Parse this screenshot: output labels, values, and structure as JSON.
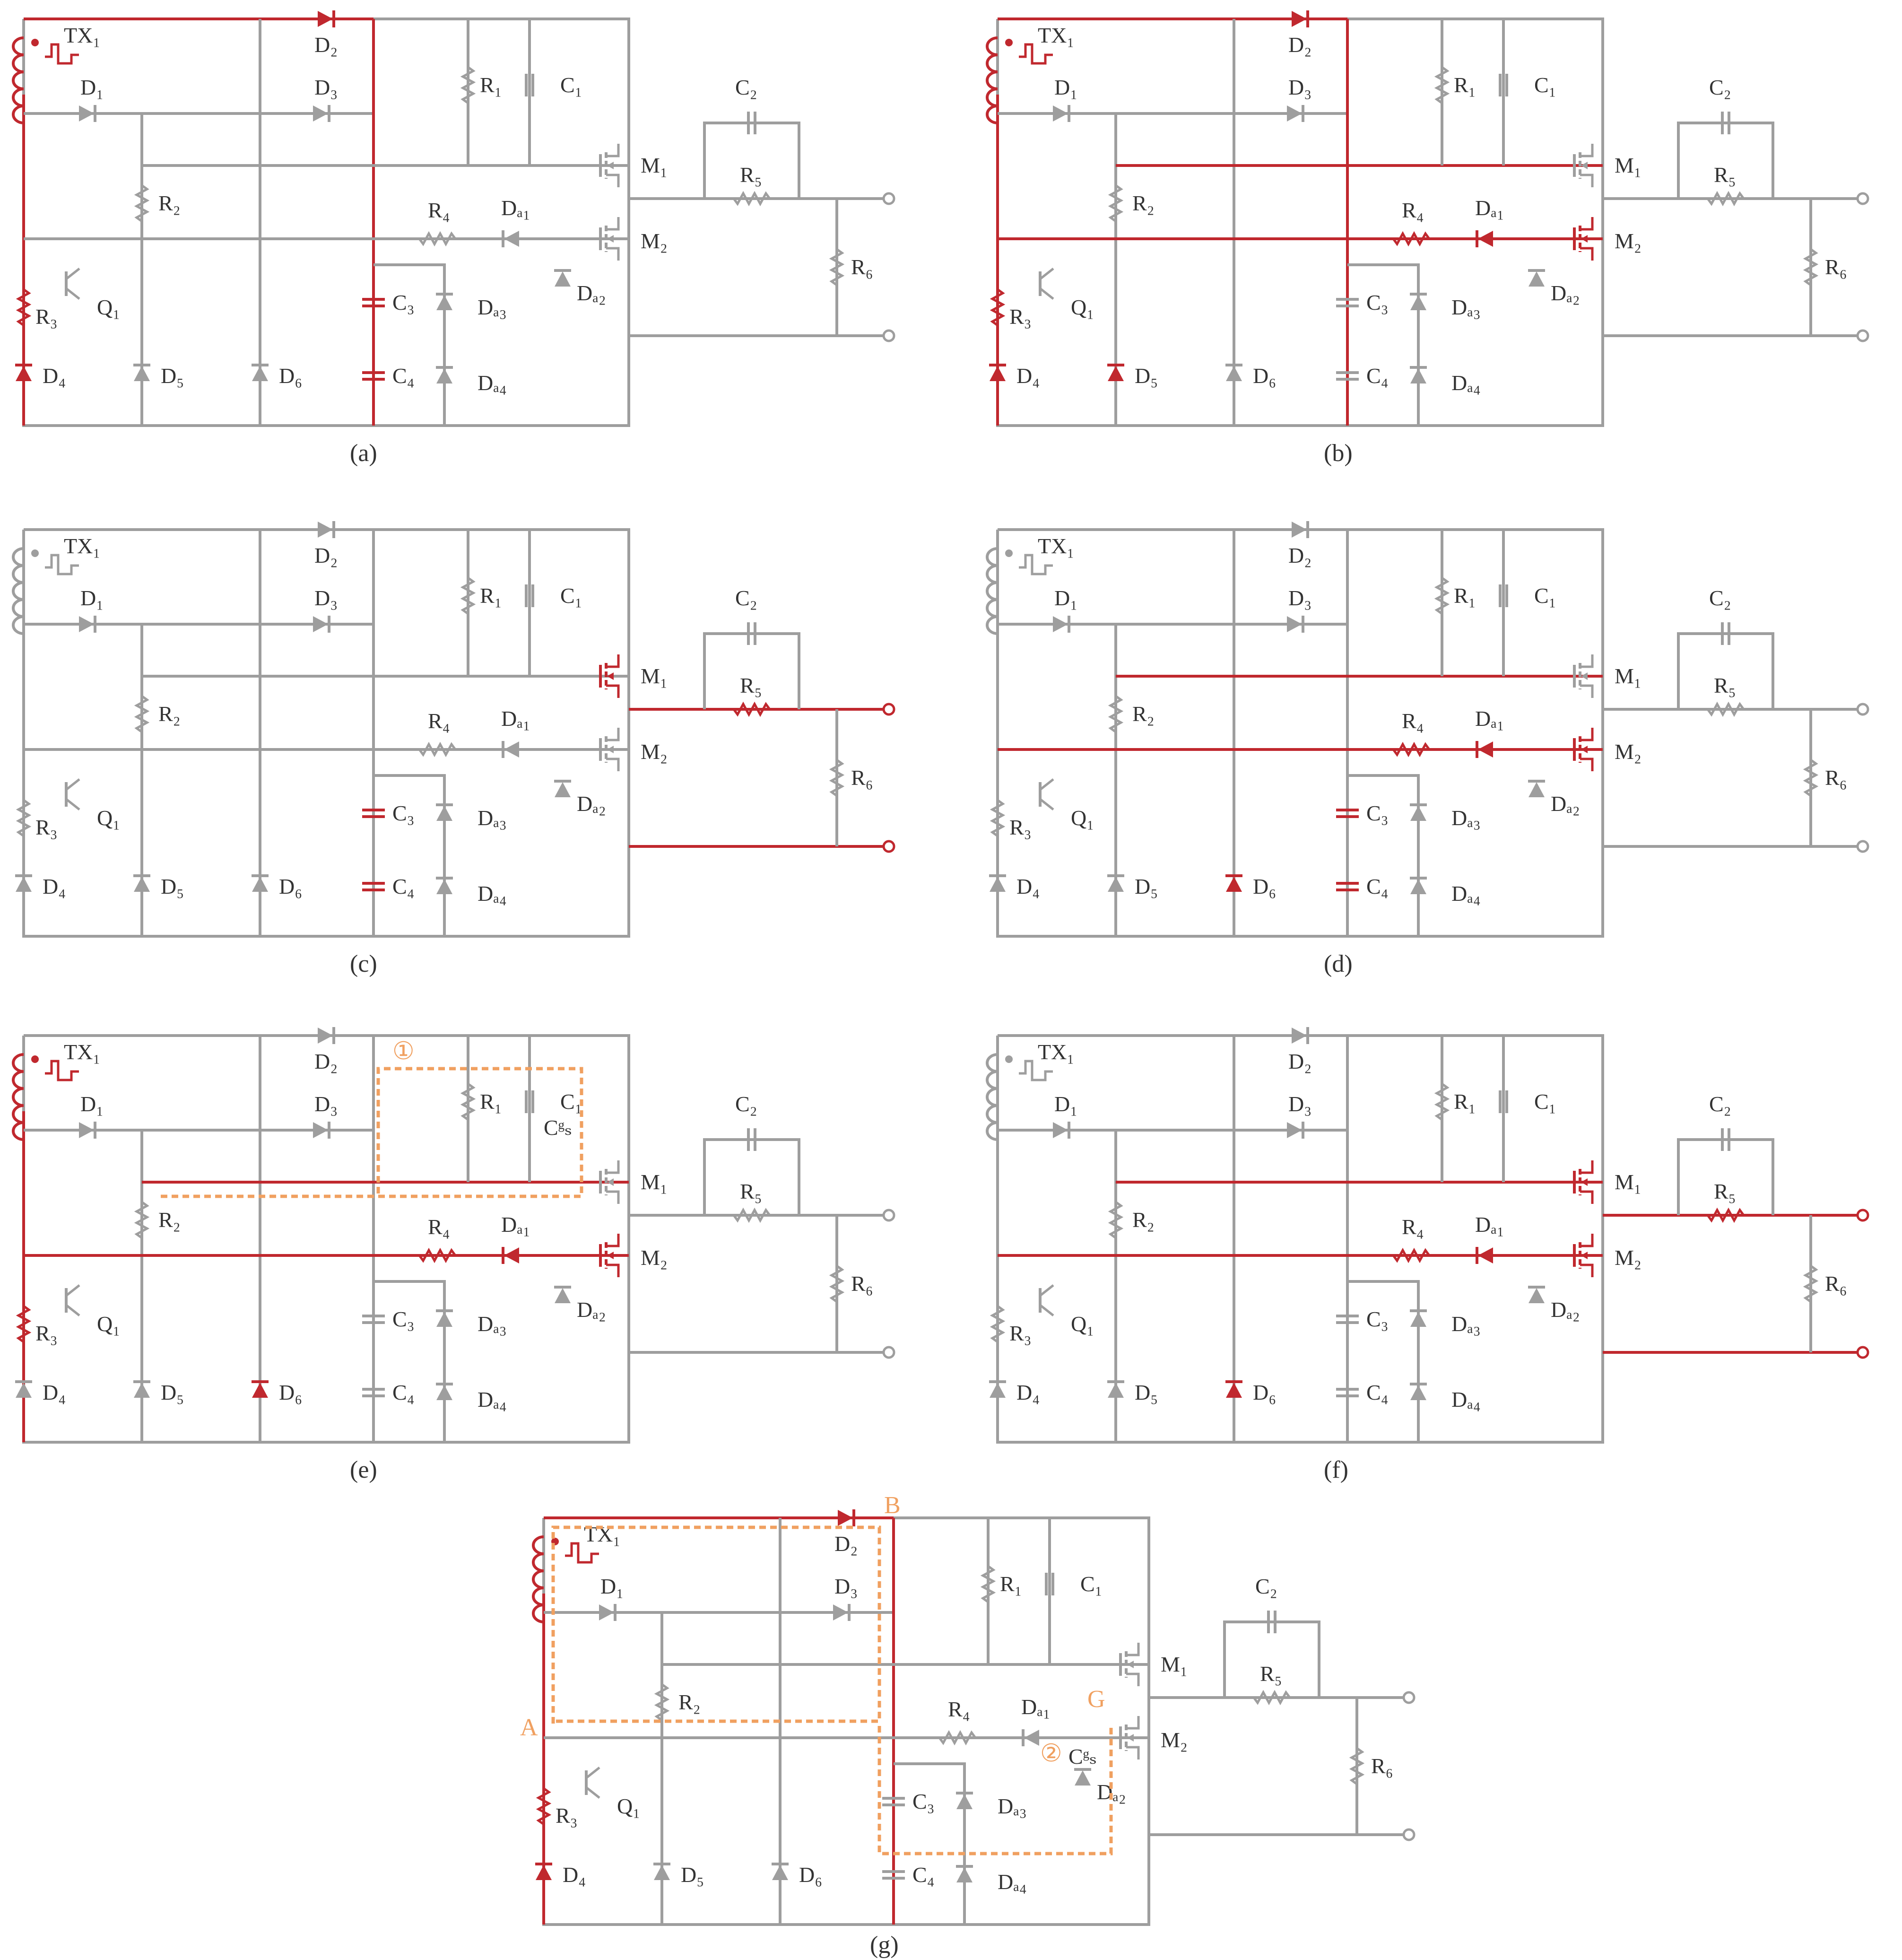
{
  "colors": {
    "wire": "#9e9e9e",
    "active": "#c0282e",
    "path": "#f0a060",
    "text": "#333333"
  },
  "labels": {
    "TX": "TX₁",
    "D1": "D₁",
    "D2": "D₂",
    "D3": "D₃",
    "D4": "D₄",
    "D5": "D₅",
    "D6": "D₆",
    "R1": "R₁",
    "R2": "R₂",
    "R3": "R₃",
    "R4": "R₄",
    "R5": "R₅",
    "R6": "R₆",
    "C1": "C₁",
    "C2": "C₂",
    "C3": "C₃",
    "C4": "C₄",
    "Q1": "Q₁",
    "M1": "M₁",
    "M2": "M₂",
    "Da1": "Dₐ₁",
    "Da2": "Dₐ₂",
    "Da3": "Dₐ₃",
    "Da4": "Dₐ₄",
    "Cgs": "Cᵍₛ"
  },
  "panels": [
    {
      "id": "a",
      "caption": "(a)",
      "annotations": []
    },
    {
      "id": "b",
      "caption": "(b)",
      "annotations": []
    },
    {
      "id": "c",
      "caption": "(c)",
      "annotations": []
    },
    {
      "id": "d",
      "caption": "(d)",
      "annotations": []
    },
    {
      "id": "e",
      "caption": "(e)",
      "annotations": [
        "①"
      ]
    },
    {
      "id": "f",
      "caption": "(f)",
      "annotations": []
    },
    {
      "id": "g",
      "caption": "(g)",
      "annotations": [
        "A",
        "B",
        "G",
        "②"
      ]
    }
  ]
}
